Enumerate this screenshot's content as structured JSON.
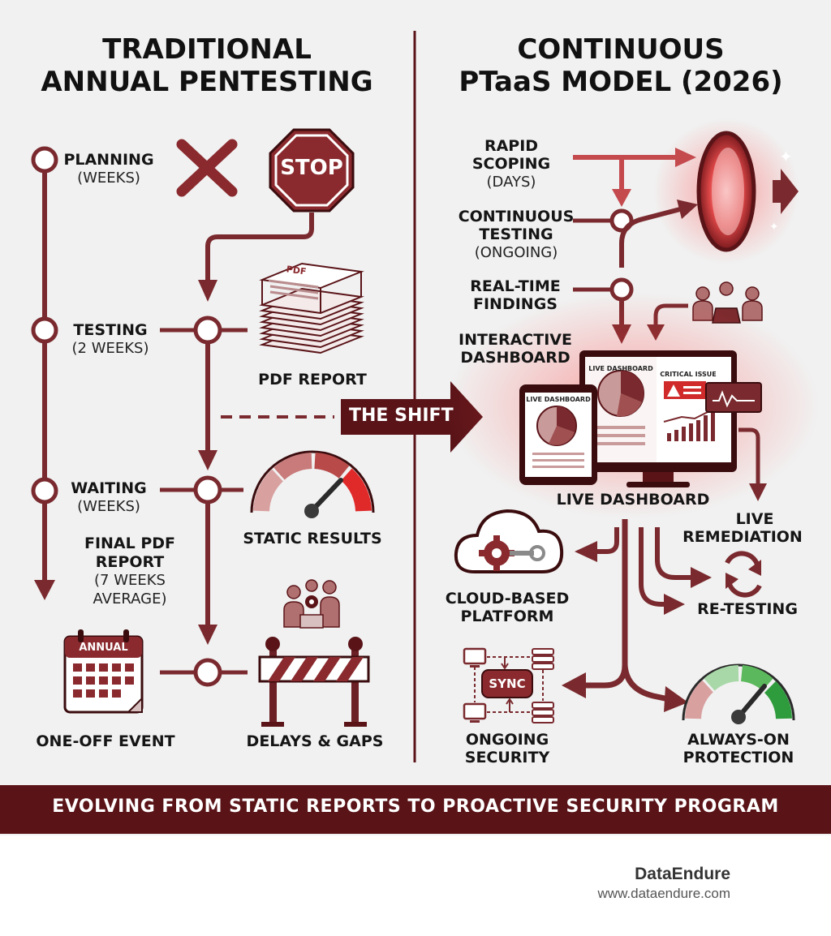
{
  "left": {
    "title_line1": "TRADITIONAL",
    "title_line2": "ANNUAL PENTESTING",
    "planning": "PLANNING",
    "planning_sub": "(WEEKS)",
    "stop": "STOP",
    "pdf_icon": "PDF",
    "testing": "TESTING",
    "testing_sub": "(2 WEEKS)",
    "pdf_report": "PDF REPORT",
    "waiting": "WAITING",
    "waiting_sub": "(WEEKS)",
    "static_results": "STATIC RESULTS",
    "final_line1": "FINAL PDF",
    "final_line2": "REPORT",
    "final_line3": "(7 WEEKS",
    "final_line4": "AVERAGE)",
    "calendar": "ANNUAL",
    "one_off": "ONE-OFF EVENT",
    "delays": "DELAYS & GAPS"
  },
  "shift": "THE SHIFT",
  "right": {
    "title_line1": "CONTINUOUS",
    "title_line2": "PTaaS MODEL (2026)",
    "rapid_line1": "RAPID",
    "rapid_line2": "SCOPING",
    "rapid_sub": "(DAYS)",
    "cont_line1": "CONTINUOUS",
    "cont_line2": "TESTING",
    "cont_sub": "(ONGOING)",
    "rt_line1": "REAL-TIME",
    "rt_line2": "FINDINGS",
    "inter_line1": "INTERACTIVE",
    "inter_line2": "DASHBOARD",
    "monitor_title": "LIVE DASHBOARD",
    "critical": "CRITICAL ISSUE",
    "tablet_title": "LIVE DASHBOARD",
    "live_dashboard": "LIVE DASHBOARD",
    "live_rem_line1": "LIVE",
    "live_rem_line2": "REMEDIATION",
    "cloud_line1": "CLOUD-BASED",
    "cloud_line2": "PLATFORM",
    "retesting": "RE-TESTING",
    "sync": "SYNC",
    "ongoing_line1": "ONGOING",
    "ongoing_line2": "SECURITY",
    "always_line1": "ALWAYS-ON",
    "always_line2": "PROTECTION"
  },
  "banner": "EVOLVING FROM STATIC REPORTS TO PROACTIVE SECURITY PROGRAM",
  "brand": {
    "name": "DataEndure",
    "url": "www.dataendure.com"
  },
  "colors": {
    "maroon": "#7a2a2e",
    "dark_maroon": "#5a1418",
    "red_glow": "#e23a3a",
    "green_gauge": "#2e9b3c",
    "background": "#f2f2f2"
  }
}
